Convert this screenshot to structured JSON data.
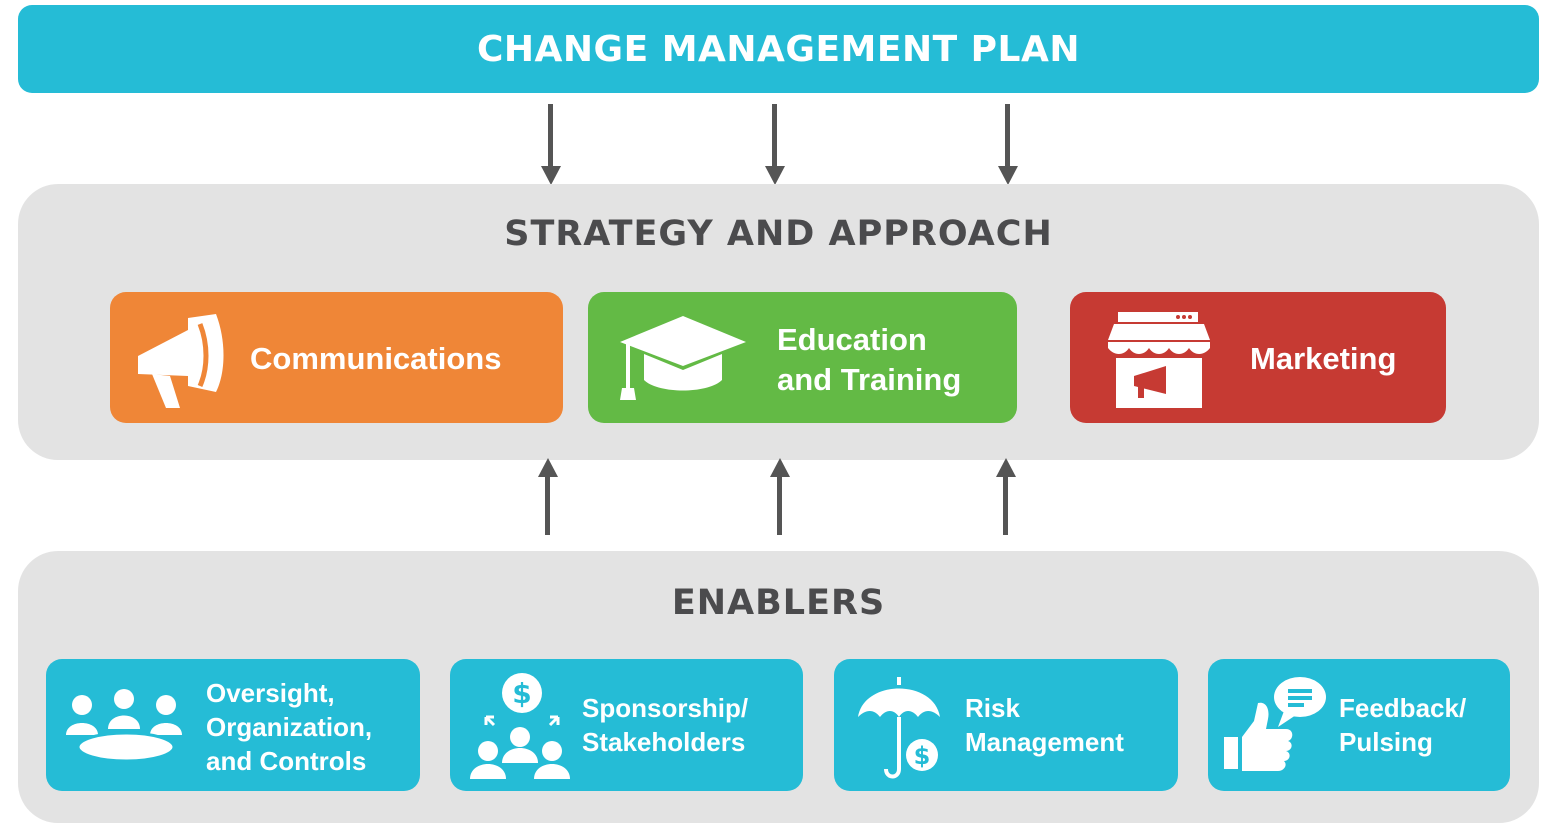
{
  "plan": {
    "title": "CHANGE MANAGEMENT PLAN"
  },
  "strategy": {
    "title": "STRATEGY AND APPROACH",
    "cards": [
      {
        "label": "Communications",
        "icon": "megaphone-icon",
        "color": "#ef8637"
      },
      {
        "label_line1": "Education",
        "label_line2": "and Training",
        "icon": "graduation-cap-icon",
        "color": "#63ba45"
      },
      {
        "label": "Marketing",
        "icon": "storefront-icon",
        "color": "#c63a33"
      }
    ]
  },
  "enablers": {
    "title": "ENABLERS",
    "cards": [
      {
        "line1": "Oversight,",
        "line2": "Organization,",
        "line3": "and Controls",
        "icon": "meeting-table-icon"
      },
      {
        "line1": "Sponsorship/",
        "line2": "Stakeholders",
        "icon": "stakeholders-dollar-icon"
      },
      {
        "line1": "Risk",
        "line2": "Management",
        "icon": "umbrella-dollar-icon"
      },
      {
        "line1": "Feedback/",
        "line2": "Pulsing",
        "icon": "thumbs-up-chat-icon"
      }
    ],
    "color": "#25bcd6"
  },
  "colors": {
    "accent": "#25bcd6",
    "panel": "#e3e3e3",
    "heading": "#4b4b4d",
    "arrow": "#555555"
  }
}
